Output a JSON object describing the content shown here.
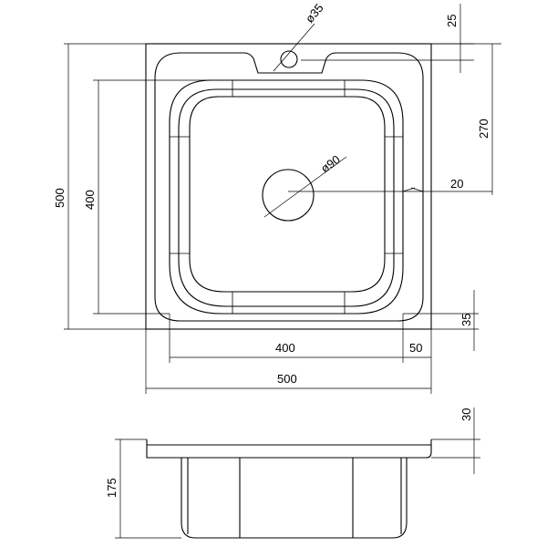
{
  "labels": {
    "drain_hole_diameter": "ø35",
    "top_edge_offset": "25",
    "faucet_to_center": "270",
    "overall_height": "500",
    "bowl_height": "400",
    "bowl_drain_diameter": "ø90",
    "center_offset": "20",
    "bottom_offset": "35",
    "bowl_width": "400",
    "side_offset": "50",
    "overall_width": "500",
    "rim_thickness": "30",
    "depth": "175"
  }
}
